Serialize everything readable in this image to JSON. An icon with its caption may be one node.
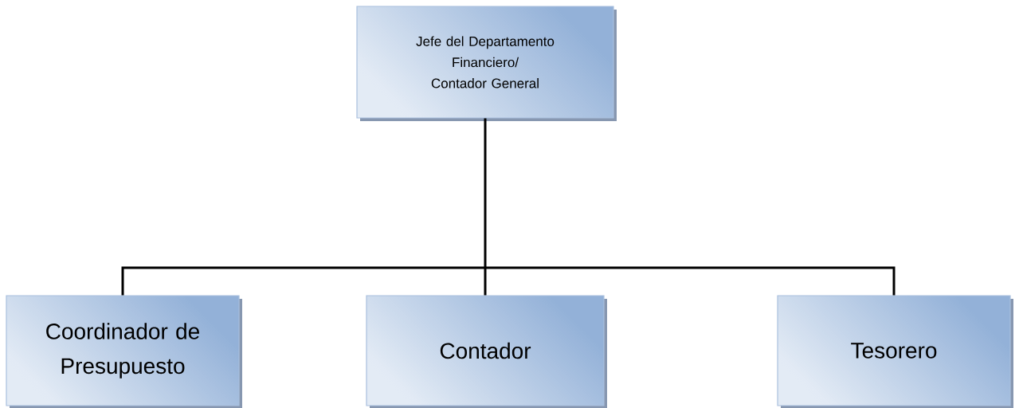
{
  "diagram": {
    "nodes": [
      {
        "text": [
          "Jefe del Departamento Financiero/ Contador General"
        ]
      },
      {
        "text": [
          "Coordinador de Presupuesto"
        ]
      },
      {
        "text": [
          "Contador"
        ]
      },
      {
        "text": [
          "Tesorero"
        ]
      }
    ],
    "edges": [
      {
        "from": 0,
        "to": 1,
        "arrow": "none"
      },
      {
        "from": 0,
        "to": 2,
        "arrow": "none"
      },
      {
        "from": 0,
        "to": 3,
        "arrow": "none"
      }
    ]
  }
}
